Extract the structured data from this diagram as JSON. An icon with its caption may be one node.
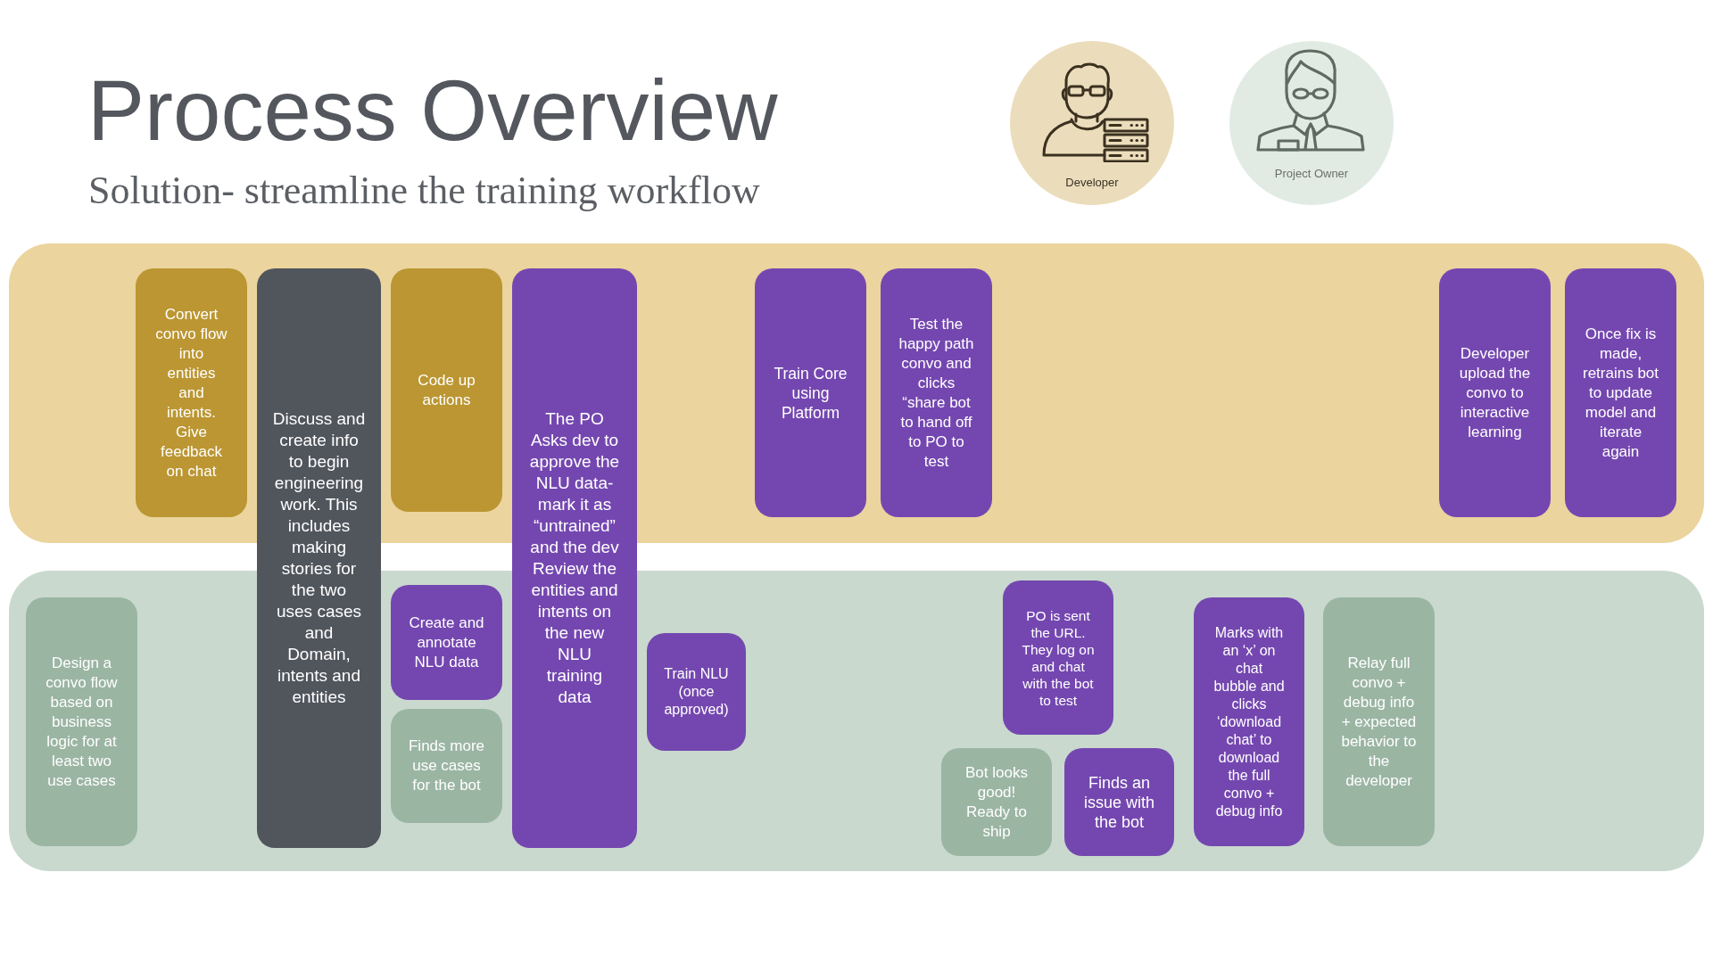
{
  "diagram": {
    "title": "Process Overview",
    "nodes": [
      {
        "text": [
          "Developer"
        ]
      },
      {
        "text": [
          "Project Owner"
        ]
      },
      {
        "text": [],
        "shape": "band"
      },
      {
        "text": [
          "Convert convo flow into entities and intents. Give feedback on chat"
        ],
        "in": 2
      },
      {
        "text": [
          "Discuss and create info to begin engineering work. This includes making stories for the two uses cases and Domain, intents and entities"
        ]
      },
      {
        "text": [
          "Code up actions"
        ],
        "in": 2
      },
      {
        "text": [
          "The PO Asks dev to approve the NLU data- mark it as “untrained” and the dev Review the entities and intents on the new NLU training data"
        ]
      },
      {
        "text": [
          "Train Core using Platform"
        ],
        "in": 2
      },
      {
        "text": [
          "Test the happy path convo and clicks “share bot to hand off to PO to test"
        ],
        "in": 2
      },
      {
        "text": [
          "Developer upload the convo to interactive learning"
        ],
        "in": 2
      },
      {
        "text": [
          "Once fix is made, retrains bot to update model and iterate again"
        ],
        "in": 2
      },
      {
        "text": [],
        "shape": "band"
      },
      {
        "text": [
          "Design a convo flow based on business logic for at least two use cases"
        ],
        "in": 11
      },
      {
        "text": [
          "Create and annotate NLU data"
        ],
        "in": 11
      },
      {
        "text": [
          "Finds more use cases for the bot"
        ],
        "in": 11
      },
      {
        "text": [
          "Train NLU (once approved)"
        ],
        "in": 11
      },
      {
        "text": [
          "PO is sent the URL. They log on and chat with the bot to test"
        ],
        "in": 11
      },
      {
        "text": [
          "Bot looks good! Ready to ship"
        ],
        "in": 11
      },
      {
        "text": [
          "Finds an issue with the bot"
        ],
        "in": 11
      },
      {
        "text": [
          "Marks with an ‘x’ on chat bubble and clicks ‘download chat’ to download the full convo + debug info"
        ],
        "in": 11
      },
      {
        "text": [
          "Relay full convo + debug info + expected behavior to the developer"
        ],
        "in": 11
      }
    ],
    "labels": [
      "Solution- streamline the training workflow"
    ]
  }
}
